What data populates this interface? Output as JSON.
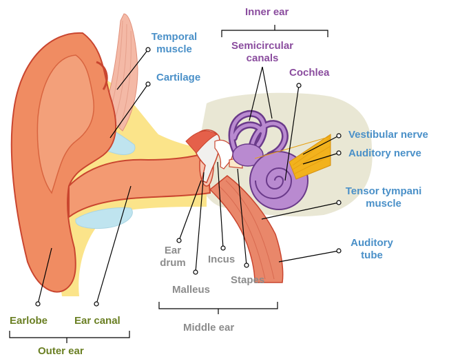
{
  "colors": {
    "outer_ear_label": "#6a7f23",
    "middle_ear_label": "#8c8c8c",
    "inner_ear_label": "#8a4c9e",
    "structure_label": "#4a90c8",
    "skin": "#f08c62",
    "skin_dark": "#c9452f",
    "bone": "#fbe48a",
    "cartilage": "#bfe4ef",
    "inner_ear_fill": "#b98ad0",
    "nerve": "#f2b21d",
    "background_tissue": "#e9e7d4"
  },
  "labels": {
    "temporal_muscle_1": "Temporal",
    "temporal_muscle_2": "muscle",
    "cartilage": "Cartilage",
    "inner_ear": "Inner ear",
    "semicircular_1": "Semicircular",
    "semicircular_2": "canals",
    "cochlea": "Cochlea",
    "vestibular_nerve": "Vestibular nerve",
    "auditory_nerve": "Auditory nerve",
    "tensor_1": "Tensor tympani",
    "tensor_2": "muscle",
    "auditory_tube_1": "Auditory",
    "auditory_tube_2": "tube",
    "ear_drum_1": "Ear",
    "ear_drum_2": "drum",
    "incus": "Incus",
    "stapes": "Stapes",
    "malleus": "Malleus",
    "middle_ear": "Middle ear",
    "earlobe": "Earlobe",
    "ear_canal": "Ear canal",
    "outer_ear": "Outer ear"
  }
}
